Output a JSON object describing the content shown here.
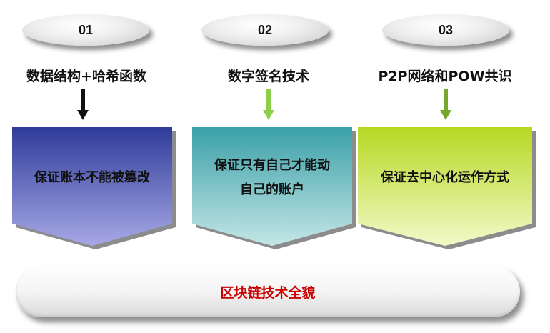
{
  "columns": [
    {
      "number": "01",
      "heading": "数据结构+哈希函数",
      "arrow_color": "#111111",
      "benefit_lines": [
        "保证账本不能被篡改"
      ],
      "gradient": [
        "#2e3b99",
        "#a7a8e6"
      ]
    },
    {
      "number": "02",
      "heading": "数字签名技术",
      "arrow_color": "#8ccf4a",
      "benefit_lines": [
        "保证只有自己才能动",
        "自己的账户"
      ],
      "gradient": [
        "#3aa0a8",
        "#c4e6e6"
      ]
    },
    {
      "number": "03",
      "heading": "P2P网络和POW共识",
      "arrow_color": "#73a82b",
      "benefit_lines": [
        "保证去中心化运作方式"
      ],
      "gradient": [
        "#b6d822",
        "#f3f9c9"
      ]
    }
  ],
  "bottom": {
    "text": "区块链技术全貌",
    "text_color": "#cc0000"
  }
}
